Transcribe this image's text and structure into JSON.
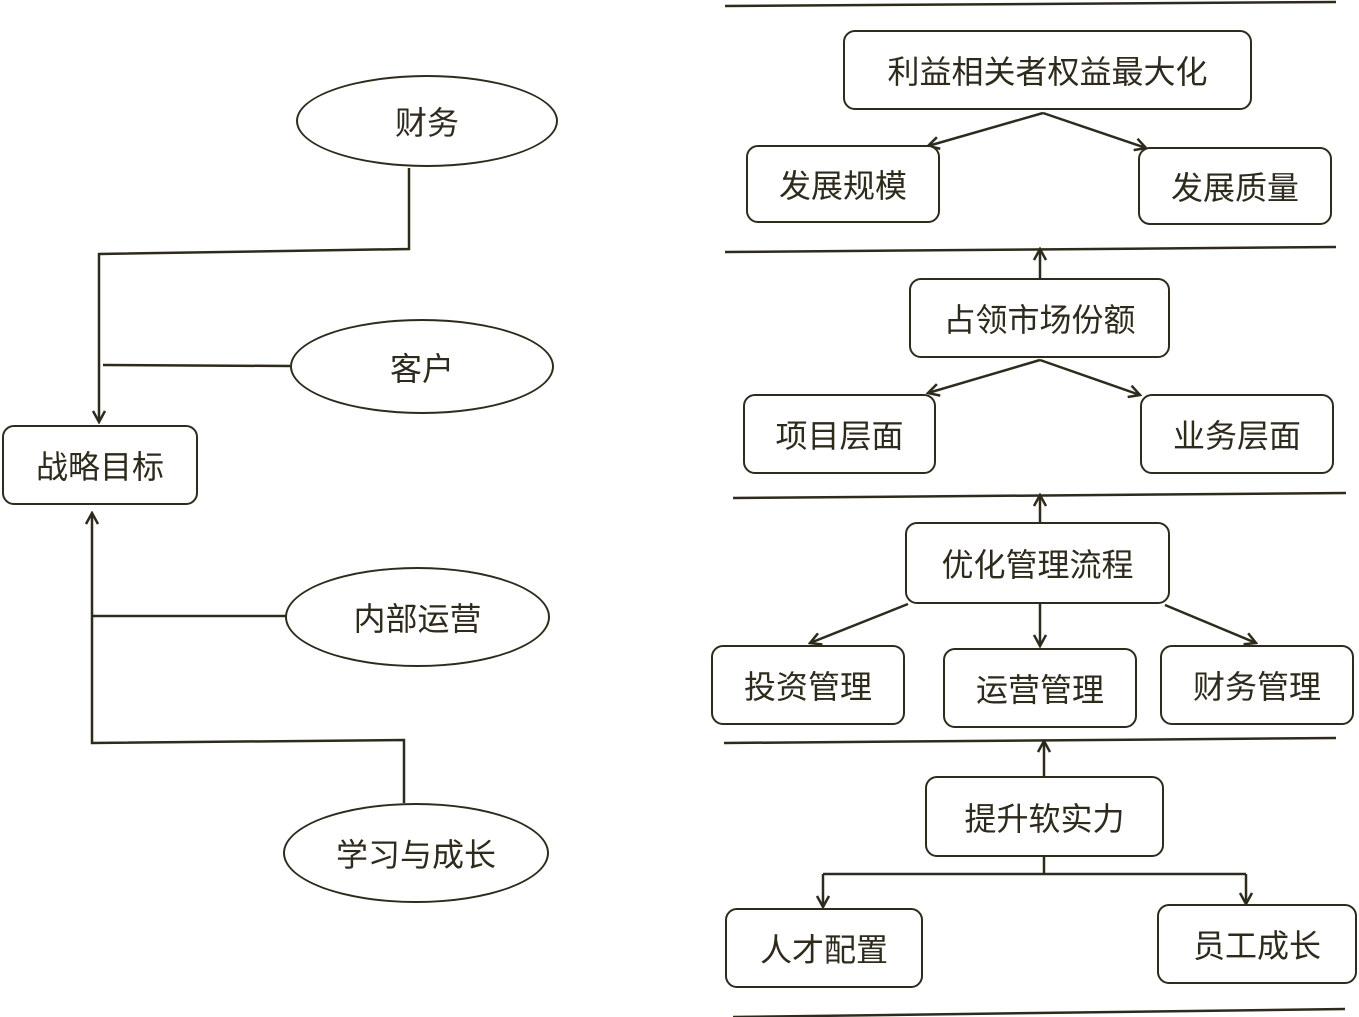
{
  "left": {
    "goal": "战略目标",
    "perspectives": [
      "财务",
      "客户",
      "内部运营",
      "学习与成长"
    ]
  },
  "right": {
    "tiers": [
      {
        "main": "利益相关者权益最大化",
        "subs": [
          "发展规模",
          "发展质量"
        ]
      },
      {
        "main": "占领市场份额",
        "subs": [
          "项目层面",
          "业务层面"
        ]
      },
      {
        "main": "优化管理流程",
        "subs": [
          "投资管理",
          "运营管理",
          "财务管理"
        ]
      },
      {
        "main": "提升软实力",
        "subs": [
          "人才配置",
          "员工成长"
        ]
      }
    ]
  }
}
